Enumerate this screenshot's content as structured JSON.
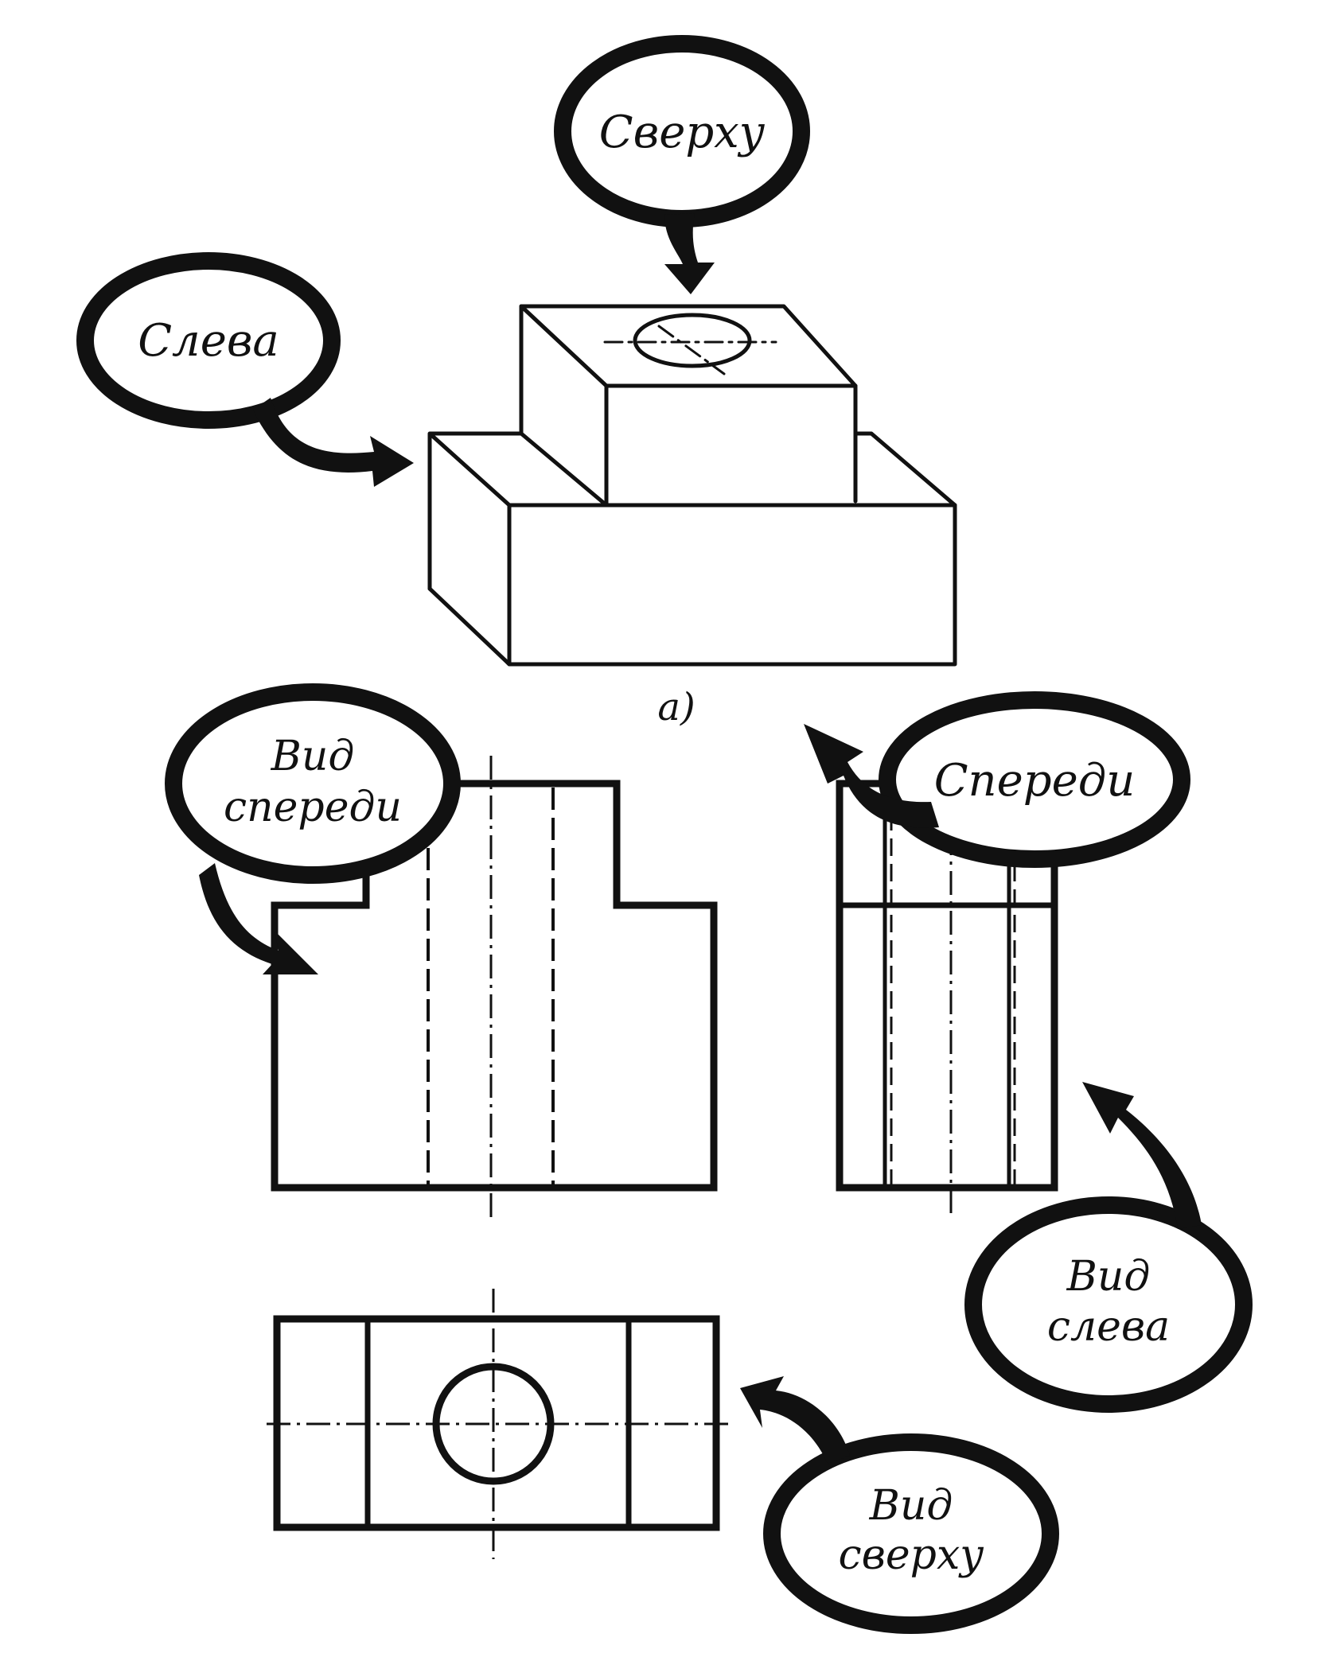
{
  "figure": {
    "caption": "a)"
  },
  "callouts": {
    "top": {
      "label": "Сверху"
    },
    "left": {
      "label": "Слева"
    },
    "front": {
      "label": "Спереди"
    },
    "front_view": {
      "line1": "Вид",
      "line2": "спереди"
    },
    "left_view": {
      "line1": "Вид",
      "line2": "слева"
    },
    "top_view": {
      "line1": "Вид",
      "line2": "сверху"
    }
  },
  "colors": {
    "ink": "#111111",
    "paper": "#ffffff"
  }
}
